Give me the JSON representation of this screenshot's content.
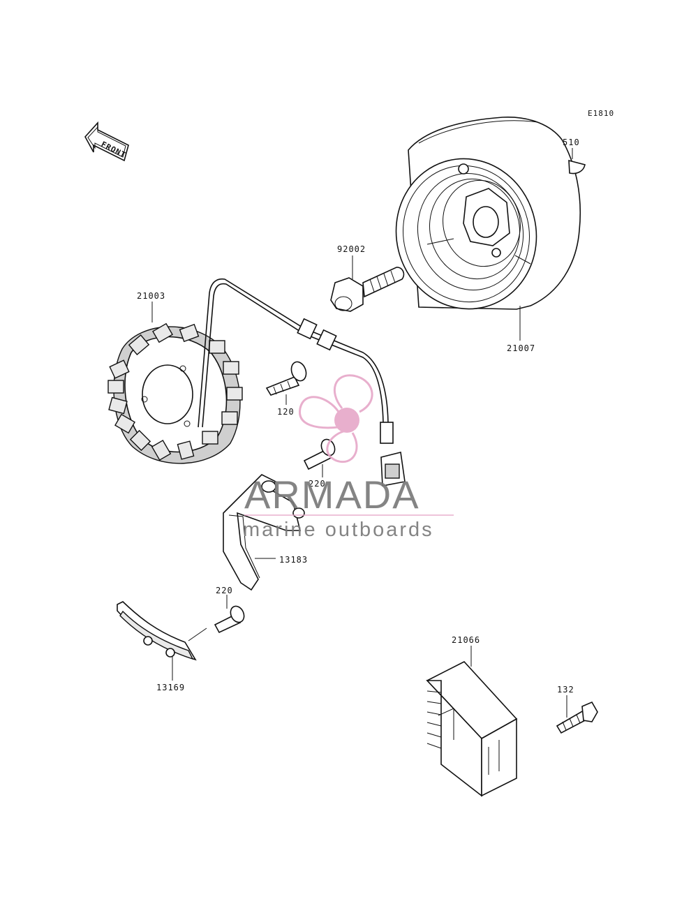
{
  "diagram": {
    "code": "E1810",
    "front_label": "FRONT"
  },
  "parts": [
    {
      "id": "p510",
      "number": "510"
    },
    {
      "id": "p92002",
      "number": "92002"
    },
    {
      "id": "p21003",
      "number": "21003"
    },
    {
      "id": "p21007",
      "number": "21007"
    },
    {
      "id": "p120",
      "number": "120"
    },
    {
      "id": "p220a",
      "number": "220"
    },
    {
      "id": "p13183",
      "number": "13183"
    },
    {
      "id": "p220b",
      "number": "220"
    },
    {
      "id": "p21066",
      "number": "21066"
    },
    {
      "id": "p13169",
      "number": "13169"
    },
    {
      "id": "p132",
      "number": "132"
    }
  ],
  "watermark": {
    "brand": "ARMADA",
    "tagline": "marine outboards",
    "logo_color": "#e7a9c9",
    "text_color": "#7a7a7a"
  }
}
